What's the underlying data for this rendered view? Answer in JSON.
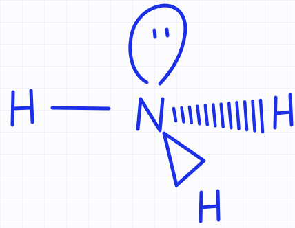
{
  "diagram": {
    "atoms": {
      "central": "N",
      "left": "H",
      "right": "H",
      "bottom": "H"
    },
    "bonds": [
      {
        "from": "central",
        "to": "left",
        "style": "plain"
      },
      {
        "from": "central",
        "to": "right",
        "style": "hashed-wedge"
      },
      {
        "from": "central",
        "to": "bottom",
        "style": "solid-wedge"
      }
    ],
    "lone_pairs": {
      "atom": "central",
      "count": 1
    }
  },
  "style": {
    "ink_color": "#1a2fe6",
    "paper_color": "#fcfcfe"
  }
}
